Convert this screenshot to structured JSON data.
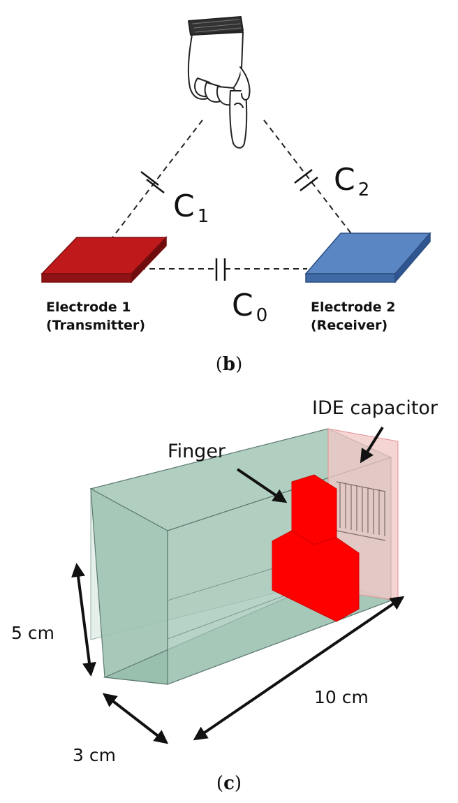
{
  "panel_b": {
    "capacitors": [
      {
        "letter": "C",
        "subscript": "1"
      },
      {
        "letter": "C",
        "subscript": "2"
      },
      {
        "letter": "C",
        "subscript": "0"
      }
    ],
    "electrode1": {
      "name": "Electrode 1",
      "role": "(Transmitter)",
      "color": "#c0191b"
    },
    "electrode2": {
      "name": "Electrode 2",
      "role": "(Receiver)",
      "color": "#5b86c4"
    },
    "caption_open": "(",
    "caption_letter": "b",
    "caption_close": ")",
    "icons": [
      "pointing-hand-icon"
    ]
  },
  "panel_c": {
    "labels": {
      "ide": "IDE capacitor",
      "finger": "Finger",
      "height": "5 cm",
      "width": "3 cm",
      "length": "10 cm"
    },
    "box_color": "#9fc3b3",
    "finger_color": "#ff0000",
    "caption_open": "(",
    "caption_letter": "c",
    "caption_close": ")"
  }
}
